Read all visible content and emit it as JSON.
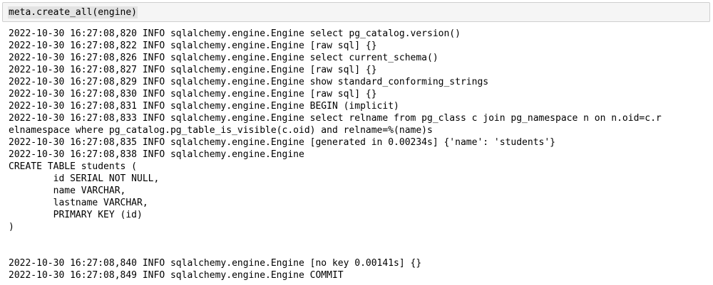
{
  "input": {
    "code": "meta.create_all(engine)"
  },
  "output": {
    "lines": [
      "2022-10-30 16:27:08,820 INFO sqlalchemy.engine.Engine select pg_catalog.version()",
      "2022-10-30 16:27:08,822 INFO sqlalchemy.engine.Engine [raw sql] {}",
      "2022-10-30 16:27:08,826 INFO sqlalchemy.engine.Engine select current_schema()",
      "2022-10-30 16:27:08,827 INFO sqlalchemy.engine.Engine [raw sql] {}",
      "2022-10-30 16:27:08,829 INFO sqlalchemy.engine.Engine show standard_conforming_strings",
      "2022-10-30 16:27:08,830 INFO sqlalchemy.engine.Engine [raw sql] {}",
      "2022-10-30 16:27:08,831 INFO sqlalchemy.engine.Engine BEGIN (implicit)",
      "2022-10-30 16:27:08,833 INFO sqlalchemy.engine.Engine select relname from pg_class c join pg_namespace n on n.oid=c.r",
      "elnamespace where pg_catalog.pg_table_is_visible(c.oid) and relname=%(name)s",
      "2022-10-30 16:27:08,835 INFO sqlalchemy.engine.Engine [generated in 0.00234s] {'name': 'students'}",
      "2022-10-30 16:27:08,838 INFO sqlalchemy.engine.Engine",
      "CREATE TABLE students (",
      "        id SERIAL NOT NULL,",
      "        name VARCHAR,",
      "        lastname VARCHAR,",
      "        PRIMARY KEY (id)",
      ")",
      "",
      "",
      "2022-10-30 16:27:08,840 INFO sqlalchemy.engine.Engine [no key 0.00141s] {}",
      "2022-10-30 16:27:08,849 INFO sqlalchemy.engine.Engine COMMIT"
    ]
  }
}
